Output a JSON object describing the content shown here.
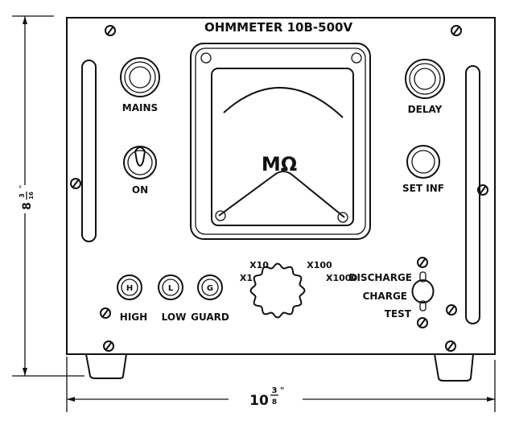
{
  "title": "OHMMETER 10B-500V",
  "meter_unit": "MΩ",
  "controls": {
    "mains": "MAINS",
    "on": "ON",
    "delay": "DELAY",
    "set_inf": "SET INF",
    "terminals": [
      {
        "letter": "H",
        "label": "HIGH"
      },
      {
        "letter": "L",
        "label": "LOW"
      },
      {
        "letter": "G",
        "label": "GUARD"
      }
    ],
    "range_labels": [
      "X10",
      "X100",
      "X1",
      "X1000"
    ],
    "switch_positions": [
      "DISCHARGE",
      "CHARGE",
      "TEST"
    ]
  },
  "dimensions": {
    "width_whole": "10",
    "width_num": "3",
    "width_den": "8",
    "width_unit": "\"",
    "height_whole": "8",
    "height_num": "3",
    "height_den": "16",
    "height_unit": "\""
  }
}
